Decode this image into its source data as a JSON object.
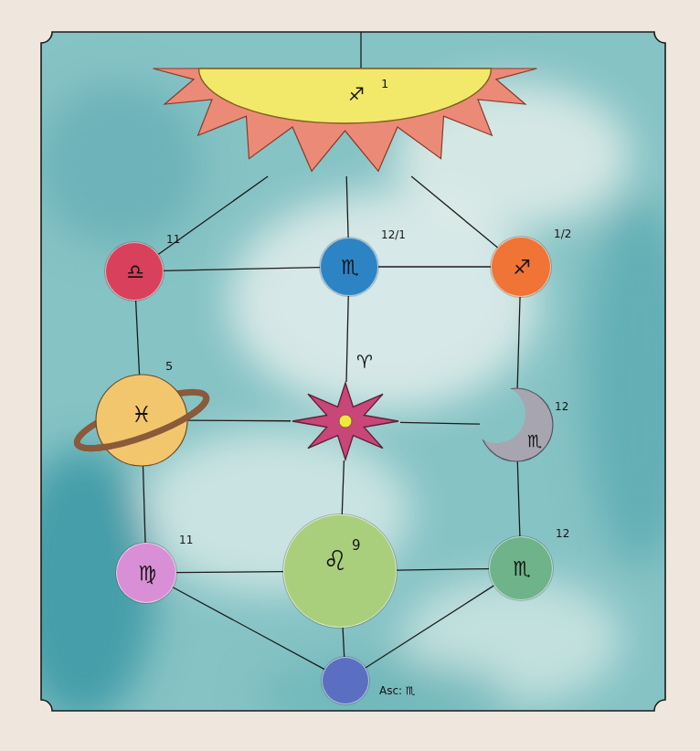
{
  "diagram": {
    "nodes": [
      {
        "text": [
          "♐",
          "1"
        ]
      },
      {
        "text": [
          "♎",
          "11"
        ]
      },
      {
        "text": [
          "♏",
          "12/1"
        ]
      },
      {
        "text": [
          "♐",
          "1/2"
        ]
      },
      {
        "text": [
          "♓",
          "5"
        ]
      },
      {
        "text": [
          "♈"
        ]
      },
      {
        "text": [
          "♏",
          "12"
        ]
      },
      {
        "text": [
          "♍",
          "11"
        ]
      },
      {
        "text": [
          "♌",
          "9"
        ]
      },
      {
        "text": [
          "♏",
          "12"
        ]
      },
      {
        "text": [
          "Asc: ♏"
        ]
      }
    ],
    "edges": [
      {
        "from": 0,
        "to": 1,
        "arrow": "none"
      },
      {
        "from": 0,
        "to": 2,
        "arrow": "none"
      },
      {
        "from": 0,
        "to": 3,
        "arrow": "none"
      },
      {
        "from": 1,
        "to": 2,
        "arrow": "none"
      },
      {
        "from": 2,
        "to": 3,
        "arrow": "none"
      },
      {
        "from": 1,
        "to": 4,
        "arrow": "none"
      },
      {
        "from": 2,
        "to": 5,
        "arrow": "none"
      },
      {
        "from": 3,
        "to": 6,
        "arrow": "none"
      },
      {
        "from": 4,
        "to": 5,
        "arrow": "none"
      },
      {
        "from": 5,
        "to": 6,
        "arrow": "none"
      },
      {
        "from": 4,
        "to": 7,
        "arrow": "none"
      },
      {
        "from": 5,
        "to": 8,
        "arrow": "none"
      },
      {
        "from": 6,
        "to": 9,
        "arrow": "none"
      },
      {
        "from": 7,
        "to": 8,
        "arrow": "none"
      },
      {
        "from": 8,
        "to": 9,
        "arrow": "none"
      },
      {
        "from": 7,
        "to": 10,
        "arrow": "none"
      },
      {
        "from": 8,
        "to": 10,
        "arrow": "none"
      },
      {
        "from": 9,
        "to": 10,
        "arrow": "none"
      }
    ]
  }
}
